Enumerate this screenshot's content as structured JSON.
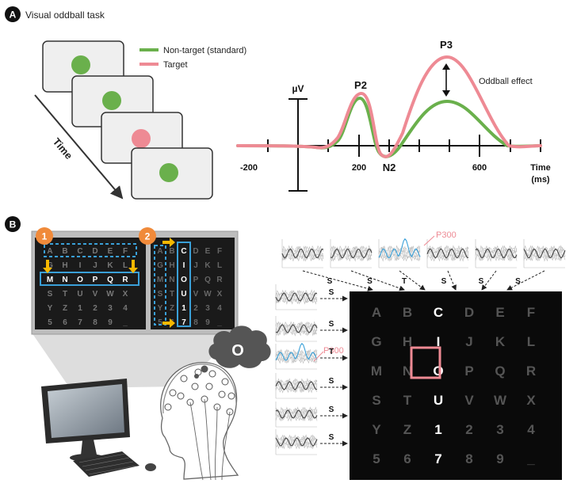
{
  "panel_a": {
    "badge": "A",
    "title": "Visual oddball task",
    "time_label": "Time",
    "legend": {
      "non_target": "Non-target (standard)",
      "target": "Target"
    },
    "erp": {
      "y_unit": "µV",
      "x_ticks": [
        "-200",
        "200",
        "600"
      ],
      "x_axis_label_line1": "Time",
      "x_axis_label_line2": "(ms)",
      "peaks": {
        "p2": "P2",
        "n2": "N2",
        "p3": "P3"
      },
      "oddball_label": "Oddball effect"
    },
    "colors": {
      "non_target": "#6ab04c",
      "target": "#ee8a94"
    }
  },
  "panel_b": {
    "badge": "B",
    "step1": "1",
    "step2": "2",
    "p300_label_top": "P300",
    "p300_label_left": "P300",
    "top_arrow_labels": [
      "S",
      "S",
      "T",
      "S",
      "S",
      "S"
    ],
    "left_arrow_labels": [
      "S",
      "S",
      "T",
      "S",
      "S",
      "S"
    ],
    "thought": "O",
    "matrix": [
      [
        "A",
        "B",
        "C",
        "D",
        "E",
        "F"
      ],
      [
        "G",
        "H",
        "I",
        "J",
        "K",
        "L"
      ],
      [
        "M",
        "N",
        "O",
        "P",
        "Q",
        "R"
      ],
      [
        "S",
        "T",
        "U",
        "V",
        "W",
        "X"
      ],
      [
        "Y",
        "Z",
        "1",
        "2",
        "3",
        "4"
      ],
      [
        "5",
        "6",
        "7",
        "8",
        "9",
        "_"
      ]
    ],
    "colors": {
      "highlight": "#3aa0d8",
      "step_badge": "#f08a3a",
      "selected_box": "#ee8a94",
      "arrow": "#f5b800"
    }
  }
}
